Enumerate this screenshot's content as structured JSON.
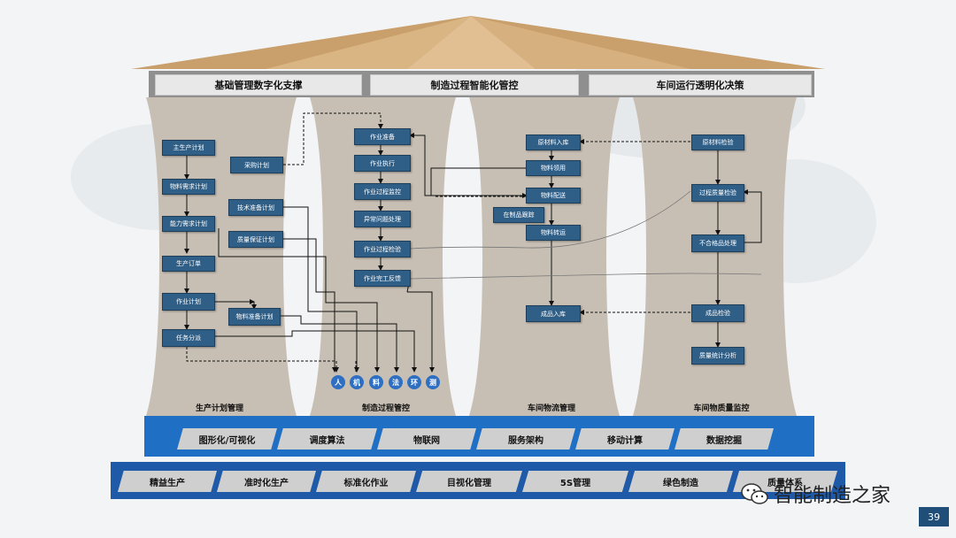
{
  "beam": [
    "基础管理数字化支撑",
    "制造过程智能化管控",
    "车间运行透明化决策"
  ],
  "columns": [
    "生产计划管理",
    "制造过程管控",
    "车间物流管理",
    "车间物质量监控"
  ],
  "col1_left": [
    "主生产计划",
    "物料需求计划",
    "能力需求计划",
    "生产订单",
    "作业计划",
    "任务分派"
  ],
  "col1_right": [
    "采购计划",
    "技术准备计划",
    "质量保证计划",
    "物料准备计划"
  ],
  "col2": [
    "作业准备",
    "作业执行",
    "作业过程监控",
    "异常问题处理",
    "作业过程检验",
    "作业完工反馈"
  ],
  "col3": [
    "原材料入库",
    "物料领用",
    "物料配送",
    "在制品跟踪",
    "物料转运",
    "成品入库"
  ],
  "col4": [
    "原材料检验",
    "过程质量检验",
    "不合格品处理",
    "成品检验",
    "质量统计分析"
  ],
  "resources": [
    "人",
    "机",
    "料",
    "法",
    "环",
    "测"
  ],
  "tech_row": [
    "图形化/可视化",
    "调度算法",
    "物联网",
    "服务架构",
    "移动计算",
    "数据挖掘"
  ],
  "base_row": [
    "精益生产",
    "准时化生产",
    "标准化作业",
    "目视化管理",
    "5S管理",
    "绿色制造",
    "质量体系"
  ],
  "watermark": "智能制造之家",
  "page_number": "39",
  "colors": {
    "box": "#2f5e86",
    "pillar": "#c8bfb4",
    "roof": "#d4b48a",
    "tech_band": "#1f6fc4",
    "base_band": "#1f5aa8"
  }
}
